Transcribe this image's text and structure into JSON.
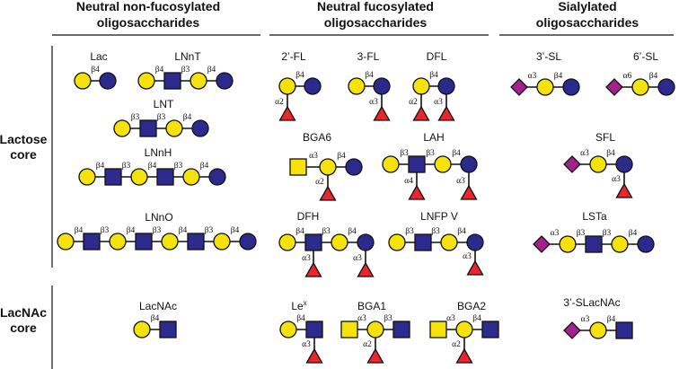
{
  "headers": {
    "neutral_nonfuc": [
      "Neutral non-fucosylated",
      "oligosaccharides"
    ],
    "neutral_fuc": [
      "Neutral fucosylated",
      "oligosaccharides"
    ],
    "sialylated": [
      "Sialylated",
      "oligosaccharides"
    ]
  },
  "row_labels": {
    "lactose_core": [
      "Lactose",
      "core"
    ],
    "lacnac_core": [
      "LacNAc",
      "core"
    ]
  },
  "legend_colors": {
    "galactose": "#f5e20a",
    "glucose": "#2d2a8e",
    "glcnac": "#2d2a8e",
    "fucose": "#e8262b",
    "neu5ac": "#a3218e"
  },
  "molecules": [
    {
      "name": "Lac",
      "linkages": [
        "β4"
      ]
    },
    {
      "name": "LNnT",
      "linkages": [
        "β4",
        "β3",
        "β4"
      ]
    },
    {
      "name": "LNT",
      "linkages": [
        "β3",
        "β3",
        "β4"
      ]
    },
    {
      "name": "LNnH",
      "linkages": [
        "β4",
        "β3",
        "β4",
        "β3",
        "β4"
      ]
    },
    {
      "name": "LNnO",
      "linkages": [
        "β4",
        "β3",
        "β4",
        "β3",
        "β4",
        "β3",
        "β4"
      ]
    },
    {
      "name": "LacNAc",
      "linkages": [
        "β4"
      ]
    },
    {
      "name": "2’-FL",
      "linkages": [
        "β4",
        "α2"
      ]
    },
    {
      "name": "3-FL",
      "linkages": [
        "β4",
        "α3"
      ]
    },
    {
      "name": "DFL",
      "linkages": [
        "β4",
        "α2",
        "α3"
      ]
    },
    {
      "name": "BGA6",
      "linkages": [
        "α3",
        "β4",
        "α2"
      ]
    },
    {
      "name": "LAH",
      "linkages": [
        "β3",
        "β3",
        "β4",
        "α4",
        "α3"
      ]
    },
    {
      "name": "DFH",
      "linkages": [
        "β4",
        "β3",
        "β4",
        "α3",
        "α3"
      ]
    },
    {
      "name": "LNFP V",
      "linkages": [
        "β3",
        "β3",
        "β4",
        "α3"
      ]
    },
    {
      "name": "Le",
      "name_sup": "x",
      "linkages": [
        "β4",
        "α3"
      ]
    },
    {
      "name": "BGA1",
      "linkages": [
        "α3",
        "β3",
        "α2"
      ]
    },
    {
      "name": "BGA2",
      "linkages": [
        "α3",
        "β4",
        "α2"
      ]
    },
    {
      "name": "3’-SL",
      "linkages": [
        "α3",
        "β4"
      ]
    },
    {
      "name": "6’-SL",
      "linkages": [
        "α6",
        "β4"
      ]
    },
    {
      "name": "SFL",
      "linkages": [
        "α3",
        "β4",
        "α3"
      ]
    },
    {
      "name": "LSTa",
      "linkages": [
        "α3",
        "β3",
        "β3",
        "β4"
      ]
    },
    {
      "name": "3’-SLacNAc",
      "linkages": [
        "α3",
        "β4"
      ]
    }
  ]
}
